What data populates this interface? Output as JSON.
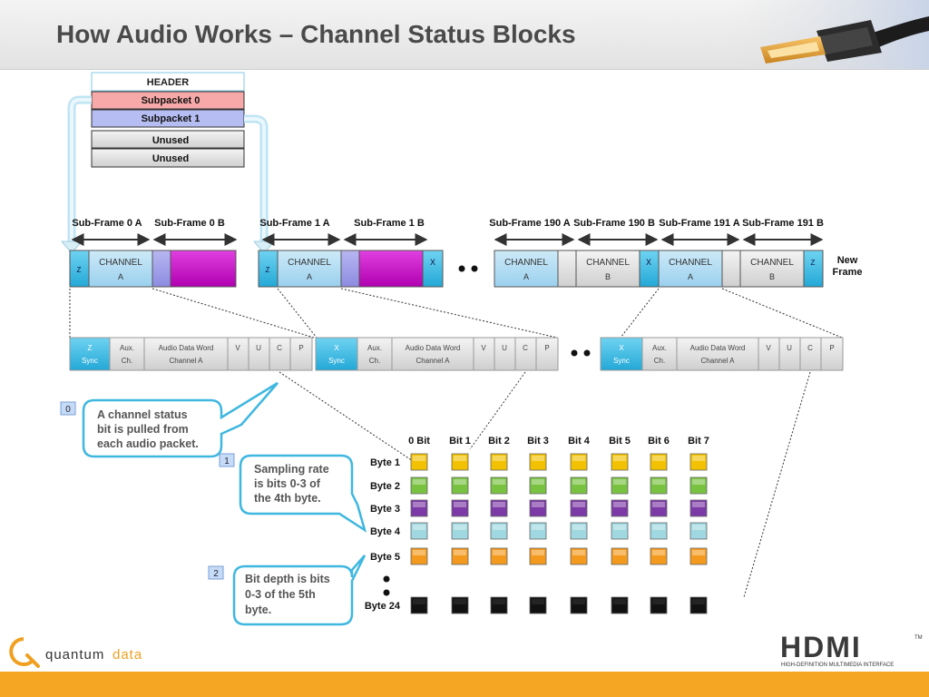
{
  "slide": {
    "title": "How Audio Works – Channel Status Blocks"
  },
  "packet": {
    "rows": [
      "HEADER",
      "Subpacket 0",
      "Subpacket 1",
      "Unused",
      "Unused"
    ]
  },
  "subframe_labels": [
    "Sub-Frame 0 A",
    "Sub-Frame 0 B",
    "Sub-Frame 1 A",
    "Sub-Frame 1 B",
    "Sub-Frame 190 A",
    "Sub-Frame 190 B",
    "Sub-Frame 191 A",
    "Sub-Frame 191 B"
  ],
  "stream": {
    "channel": "CHANNEL",
    "ch_a": "A",
    "ch_b": "B",
    "z": "Z",
    "x": "X",
    "new_frame_1": "New",
    "new_frame_2": "Frame"
  },
  "subframe_detail": {
    "sync_z": "Z",
    "sync_x": "X",
    "sync": "Sync",
    "aux1": "Aux.",
    "aux2": "Ch.",
    "adw1": "Audio Data Word",
    "adw2": "Channel A",
    "v": "V",
    "u": "U",
    "c": "C",
    "p": "P"
  },
  "callouts": [
    {
      "num": "0",
      "lines": [
        "A channel status",
        "bit is pulled from",
        "each audio packet."
      ]
    },
    {
      "num": "1",
      "lines": [
        "Sampling rate",
        "is bits 0-3 of",
        "the 4th byte."
      ]
    },
    {
      "num": "2",
      "lines": [
        "Bit depth is bits",
        "0-3 of the 5th",
        "byte."
      ]
    }
  ],
  "grid": {
    "bit_labels": [
      "0 Bit",
      "Bit 1",
      "Bit 2",
      "Bit 3",
      "Bit 4",
      "Bit 5",
      "Bit 6",
      "Bit 7"
    ],
    "byte_labels": [
      "Byte 1",
      "Byte 2",
      "Byte 3",
      "Byte 4",
      "Byte 5",
      "Byte 24"
    ],
    "row_colors": [
      "#f2c200",
      "#79c241",
      "#7b3aa6",
      "#9fd8e0",
      "#f39a1e",
      "#111111"
    ]
  },
  "logos": {
    "company_part1": "quantum",
    "company_part2": "data",
    "hdmi": "HDMI",
    "tm": "TM",
    "hdmi_tagline": "HIGH-DEFINITION MULTIMEDIA INTERFACE"
  },
  "colors": {
    "light_blue": "#a8d8f0",
    "cyan": "#3cc0e6",
    "magenta": "#cc22cc",
    "lavender": "#9f9ee8",
    "gray": "#dcdcdc",
    "accent": "#f5a623"
  }
}
